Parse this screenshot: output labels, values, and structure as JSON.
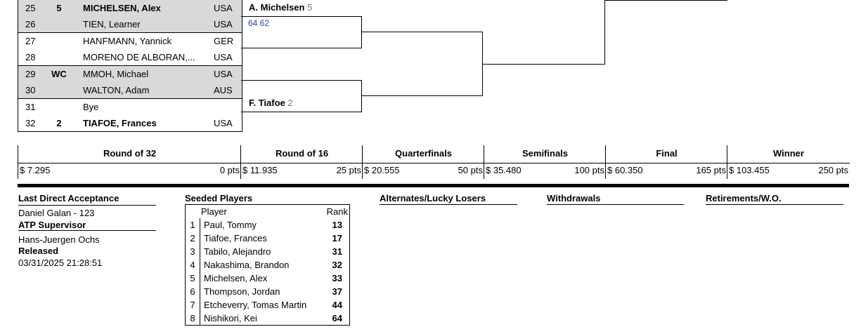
{
  "draw_rows": [
    {
      "num": "25",
      "seed": "5",
      "name": "MICHELSEN, Alex",
      "nat": "USA",
      "bold": true,
      "grey": true
    },
    {
      "num": "26",
      "seed": "",
      "name": "TIEN, Learner",
      "nat": "USA",
      "bold": false,
      "grey": true
    },
    {
      "num": "27",
      "seed": "",
      "name": "HANFMANN, Yannick",
      "nat": "GER",
      "bold": false,
      "grey": false
    },
    {
      "num": "28",
      "seed": "",
      "name": "MORENO DE ALBORAN,...",
      "nat": "USA",
      "bold": false,
      "grey": false
    },
    {
      "num": "29",
      "seed": "WC",
      "name": "MMOH, Michael",
      "nat": "USA",
      "bold": false,
      "grey": true
    },
    {
      "num": "30",
      "seed": "",
      "name": "WALTON, Adam",
      "nat": "AUS",
      "bold": false,
      "grey": true
    },
    {
      "num": "31",
      "seed": "",
      "name": "Bye",
      "nat": "",
      "bold": false,
      "grey": false
    },
    {
      "num": "32",
      "seed": "2",
      "name": "TIAFOE, Frances",
      "nat": "USA",
      "bold": true,
      "grey": false
    }
  ],
  "bracket": {
    "r16_winner_1": {
      "name": "A. Michelsen",
      "seed": "5",
      "score": "64 62"
    },
    "r16_winner_4": {
      "name": "F. Tiafoe",
      "seed": "2"
    }
  },
  "rounds": [
    {
      "name": "Round of 32",
      "prize": "$ 7.295",
      "pts": "0 pts"
    },
    {
      "name": "Round of 16",
      "prize": "$ 11.935",
      "pts": "25 pts"
    },
    {
      "name": "Quarterfinals",
      "prize": "$ 20.555",
      "pts": "50 pts"
    },
    {
      "name": "Semifinals",
      "prize": "$ 35.480",
      "pts": "100 pts"
    },
    {
      "name": "Final",
      "prize": "$ 60.350",
      "pts": "165 pts"
    },
    {
      "name": "Winner",
      "prize": "$ 103.455",
      "pts": "250 pts"
    }
  ],
  "info": {
    "lda_label": "Last Direct Acceptance",
    "lda_value": "Daniel Galan - 123",
    "supervisor_label": "ATP Supervisor",
    "supervisor_value": "Hans-Juergen Ochs",
    "released_label": "Released",
    "released_value": "03/31/2025 21:28:51"
  },
  "seeded": {
    "label": "Seeded Players",
    "col_player": "Player",
    "col_rank": "Rank",
    "rows": [
      {
        "i": "1",
        "name": "Paul, Tommy",
        "rank": "13"
      },
      {
        "i": "2",
        "name": "Tiafoe, Frances",
        "rank": "17"
      },
      {
        "i": "3",
        "name": "Tabilo, Alejandro",
        "rank": "31"
      },
      {
        "i": "4",
        "name": "Nakashima, Brandon",
        "rank": "32"
      },
      {
        "i": "5",
        "name": "Michelsen, Alex",
        "rank": "33"
      },
      {
        "i": "6",
        "name": "Thompson, Jordan",
        "rank": "37"
      },
      {
        "i": "7",
        "name": "Etcheverry, Tomas Martin",
        "rank": "44"
      },
      {
        "i": "8",
        "name": "Nishikori, Kei",
        "rank": "64"
      }
    ]
  },
  "sections": {
    "alternates": "Alternates/Lucky Losers",
    "withdrawals": "Withdrawals",
    "retirements": "Retirements/W.O."
  }
}
